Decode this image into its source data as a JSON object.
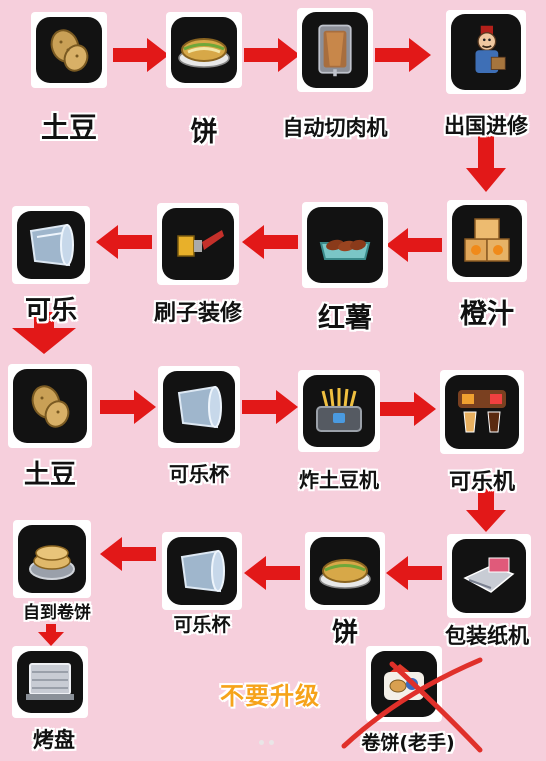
{
  "nodes": [
    {
      "id": "n1",
      "label": "土豆",
      "icon": "potato-icon"
    },
    {
      "id": "n2",
      "label": "饼",
      "icon": "flatbread-icon"
    },
    {
      "id": "n3",
      "label": "自动切肉机",
      "icon": "meat-slicer-icon"
    },
    {
      "id": "n4",
      "label": "出国进修",
      "icon": "traveler-character-icon"
    },
    {
      "id": "n5",
      "label": "橙汁",
      "icon": "orange-juice-crates-icon"
    },
    {
      "id": "n6",
      "label": "红薯",
      "icon": "sweet-potato-tray-icon"
    },
    {
      "id": "n7",
      "label": "刷子装修",
      "icon": "paint-brush-icon"
    },
    {
      "id": "n8",
      "label": "可乐",
      "icon": "cup-icon"
    },
    {
      "id": "n9",
      "label": "土豆",
      "icon": "potato-icon"
    },
    {
      "id": "n10",
      "label": "可乐杯",
      "icon": "cup-icon"
    },
    {
      "id": "n11",
      "label": "炸土豆机",
      "icon": "fryer-icon"
    },
    {
      "id": "n12",
      "label": "可乐机",
      "icon": "cola-machine-icon"
    },
    {
      "id": "n13",
      "label": "包装纸机",
      "icon": "wrapper-machine-icon"
    },
    {
      "id": "n14",
      "label": "饼",
      "icon": "flatbread-icon"
    },
    {
      "id": "n15",
      "label": "可乐杯",
      "icon": "cup-icon"
    },
    {
      "id": "n16",
      "label": "自到卷饼",
      "icon": "auto-wrap-icon"
    },
    {
      "id": "n17",
      "label": "烤盘",
      "icon": "baking-tray-icon"
    },
    {
      "id": "n18",
      "label": "卷饼(老手)",
      "icon": "wrap-veteran-icon"
    }
  ],
  "note": "不要升级",
  "colors": {
    "background": "#f6cfdc",
    "arrow": "#e21818",
    "note": "#f6a31a",
    "cross": "#e0302a"
  }
}
